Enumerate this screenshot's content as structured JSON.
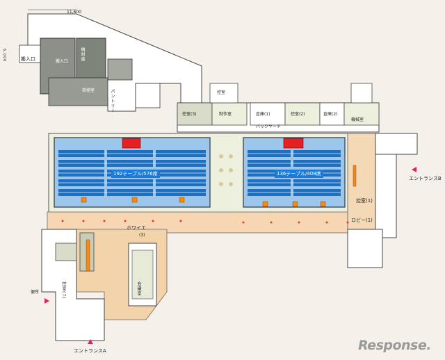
{
  "dimension_top": "11,600",
  "dimension_left": "6,000",
  "rooms": {
    "carry_in": "搬入口",
    "storage_top": "機材庫",
    "baggage": "荷捌室",
    "pantry": "パントリー",
    "waiting3": "控室(3)",
    "production": "制作室",
    "storage1": "倉庫(1)",
    "waiting2": "控室(2)",
    "storage2": "倉庫(2)",
    "machine": "機械室",
    "back_corridor": "バックヤード",
    "waiting1": "控室(1)",
    "lobby1": "ロビー(1)",
    "foyer": "ホワイエ",
    "foyer_num": "(3)",
    "waiting_lower": "控室(7)",
    "west_toilet": "便所",
    "room_a": "控室",
    "room_b": "会議室"
  },
  "halls": {
    "left_caption": "192テーブル/576席",
    "right_caption": "136テーブル/408席"
  },
  "entrances": {
    "entrance_a": "エントランスA",
    "entrance_b": "エントランスB"
  },
  "watermark": "Response.",
  "colors": {
    "hall_blue": "#9dc7ea",
    "seat_blue": "#1e6fc0",
    "stage_red": "#e52020",
    "gray_room": "#8c9088",
    "accent_pink": "#e0215a",
    "corridor": "#e9ecd8"
  }
}
